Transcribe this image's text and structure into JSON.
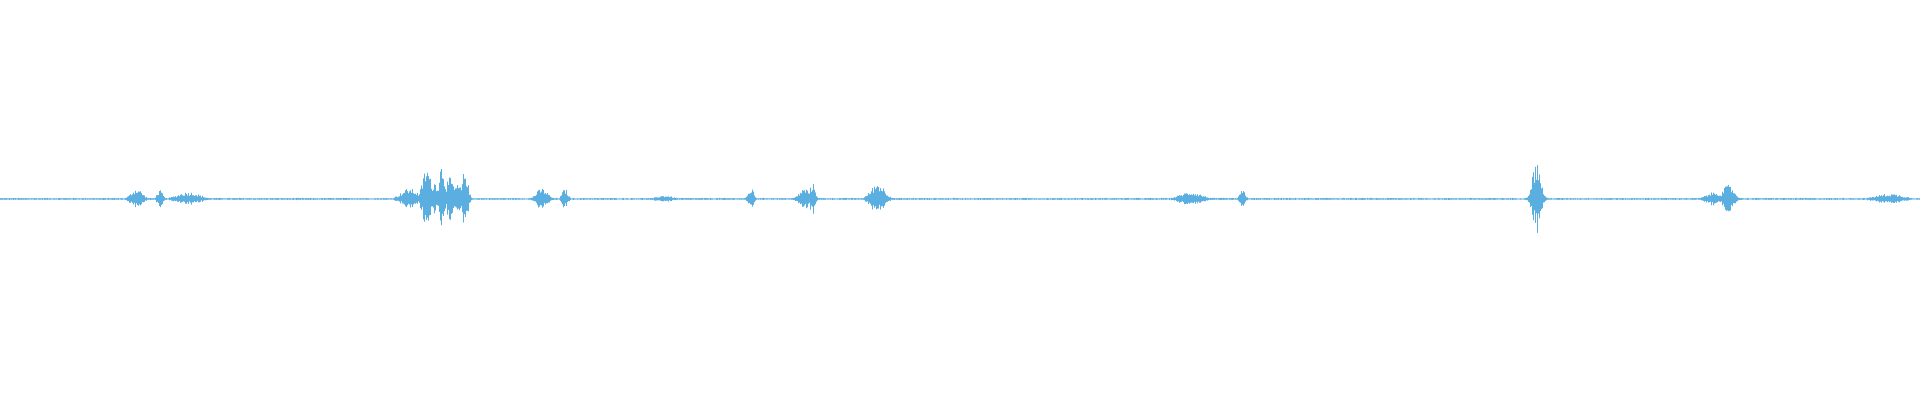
{
  "waveform": {
    "color": "#5aaee0",
    "baseline_color": "#5aaee0",
    "duration_fraction_range": [
      0,
      1
    ],
    "amplitude_range": [
      -1,
      1
    ],
    "bursts": [
      {
        "t": 0.071,
        "amp": 0.06,
        "width": 0.004
      },
      {
        "t": 0.083,
        "amp": 0.05,
        "width": 0.002
      },
      {
        "t": 0.098,
        "amp": 0.04,
        "width": 0.008
      },
      {
        "t": 0.213,
        "amp": 0.06,
        "width": 0.006
      },
      {
        "t": 0.222,
        "amp": 0.18,
        "width": 0.003
      },
      {
        "t": 0.226,
        "amp": 0.1,
        "width": 0.004
      },
      {
        "t": 0.23,
        "amp": 0.21,
        "width": 0.002
      },
      {
        "t": 0.234,
        "amp": 0.12,
        "width": 0.003
      },
      {
        "t": 0.238,
        "amp": 0.08,
        "width": 0.004
      },
      {
        "t": 0.242,
        "amp": 0.17,
        "width": 0.002
      },
      {
        "t": 0.282,
        "amp": 0.06,
        "width": 0.004
      },
      {
        "t": 0.294,
        "amp": 0.06,
        "width": 0.002
      },
      {
        "t": 0.346,
        "amp": 0.02,
        "width": 0.006
      },
      {
        "t": 0.391,
        "amp": 0.06,
        "width": 0.002
      },
      {
        "t": 0.419,
        "amp": 0.06,
        "width": 0.004
      },
      {
        "t": 0.423,
        "amp": 0.09,
        "width": 0.002
      },
      {
        "t": 0.457,
        "amp": 0.09,
        "width": 0.005
      },
      {
        "t": 0.62,
        "amp": 0.04,
        "width": 0.008
      },
      {
        "t": 0.647,
        "amp": 0.05,
        "width": 0.002
      },
      {
        "t": 0.8,
        "amp": 0.21,
        "width": 0.003
      },
      {
        "t": 0.893,
        "amp": 0.04,
        "width": 0.006
      },
      {
        "t": 0.9,
        "amp": 0.08,
        "width": 0.004
      },
      {
        "t": 0.984,
        "amp": 0.03,
        "width": 0.01
      }
    ],
    "noise_floor": 0.006
  }
}
